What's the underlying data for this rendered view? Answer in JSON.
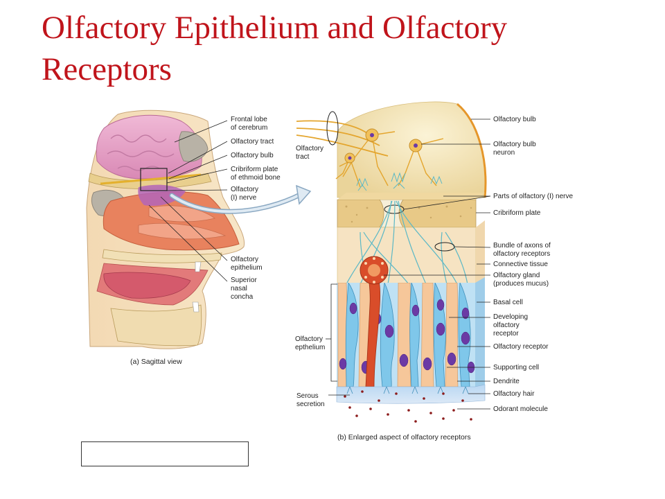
{
  "slide": {
    "title_line1": "Olfactory Epithelium and Olfactory",
    "title_line2": "Receptors"
  },
  "colors": {
    "title": "#c0141b",
    "nerve": "#5bb8c6",
    "bulb": "#f3e5b8",
    "bone": "#e8c987",
    "tissue": "#efb56b",
    "cell": "#7fc7ea",
    "nucleus": "#6b3aa5",
    "gland": "#d94d2a",
    "brain": "#e7a6c8"
  },
  "sagittal": {
    "labels": {
      "frontal_lobe_1": "Frontal lobe",
      "frontal_lobe_2": "of cerebrum",
      "olfactory_tract": "Olfactory tract",
      "olfactory_bulb": "Olfactory bulb",
      "cribriform_1": "Cribriform plate",
      "cribriform_2": "of ethmoid bone",
      "olfactory_nerve_1": "Olfactory",
      "olfactory_nerve_2": "(I) nerve",
      "epithelium_1": "Olfactory",
      "epithelium_2": "epithelium",
      "concha_1": "Superior",
      "concha_2": "nasal",
      "concha_3": "concha"
    },
    "caption": "(a) Sagittal view"
  },
  "enlarged": {
    "left_labels": {
      "tract_1": "Olfactory",
      "tract_2": "tract",
      "epithelium_1": "Olfactory",
      "epithelium_2": "epthelium",
      "serous_1": "Serous",
      "serous_2": "secretion"
    },
    "right_labels": {
      "olfactory_bulb": "Olfactory bulb",
      "bulb_neuron_1": "Olfactory bulb",
      "bulb_neuron_2": "neuron",
      "nerve_parts": "Parts of olfactory (I) nerve",
      "cribriform": "Cribriform plate",
      "bundle_1": "Bundle of axons of",
      "bundle_2": "olfactory receptors",
      "connective": "Connective tissue",
      "gland_1": "Olfactory gland",
      "gland_2": "(produces mucus)",
      "basal": "Basal cell",
      "developing_1": "Developing",
      "developing_2": "olfactory",
      "developing_3": "receptor",
      "receptor": "Olfactory receptor",
      "supporting": "Supporting cell",
      "dendrite": "Dendrite",
      "hair": "Olfactory hair",
      "odorant": "Odorant molecule"
    },
    "caption": "(b) Enlarged aspect of olfactory receptors"
  }
}
